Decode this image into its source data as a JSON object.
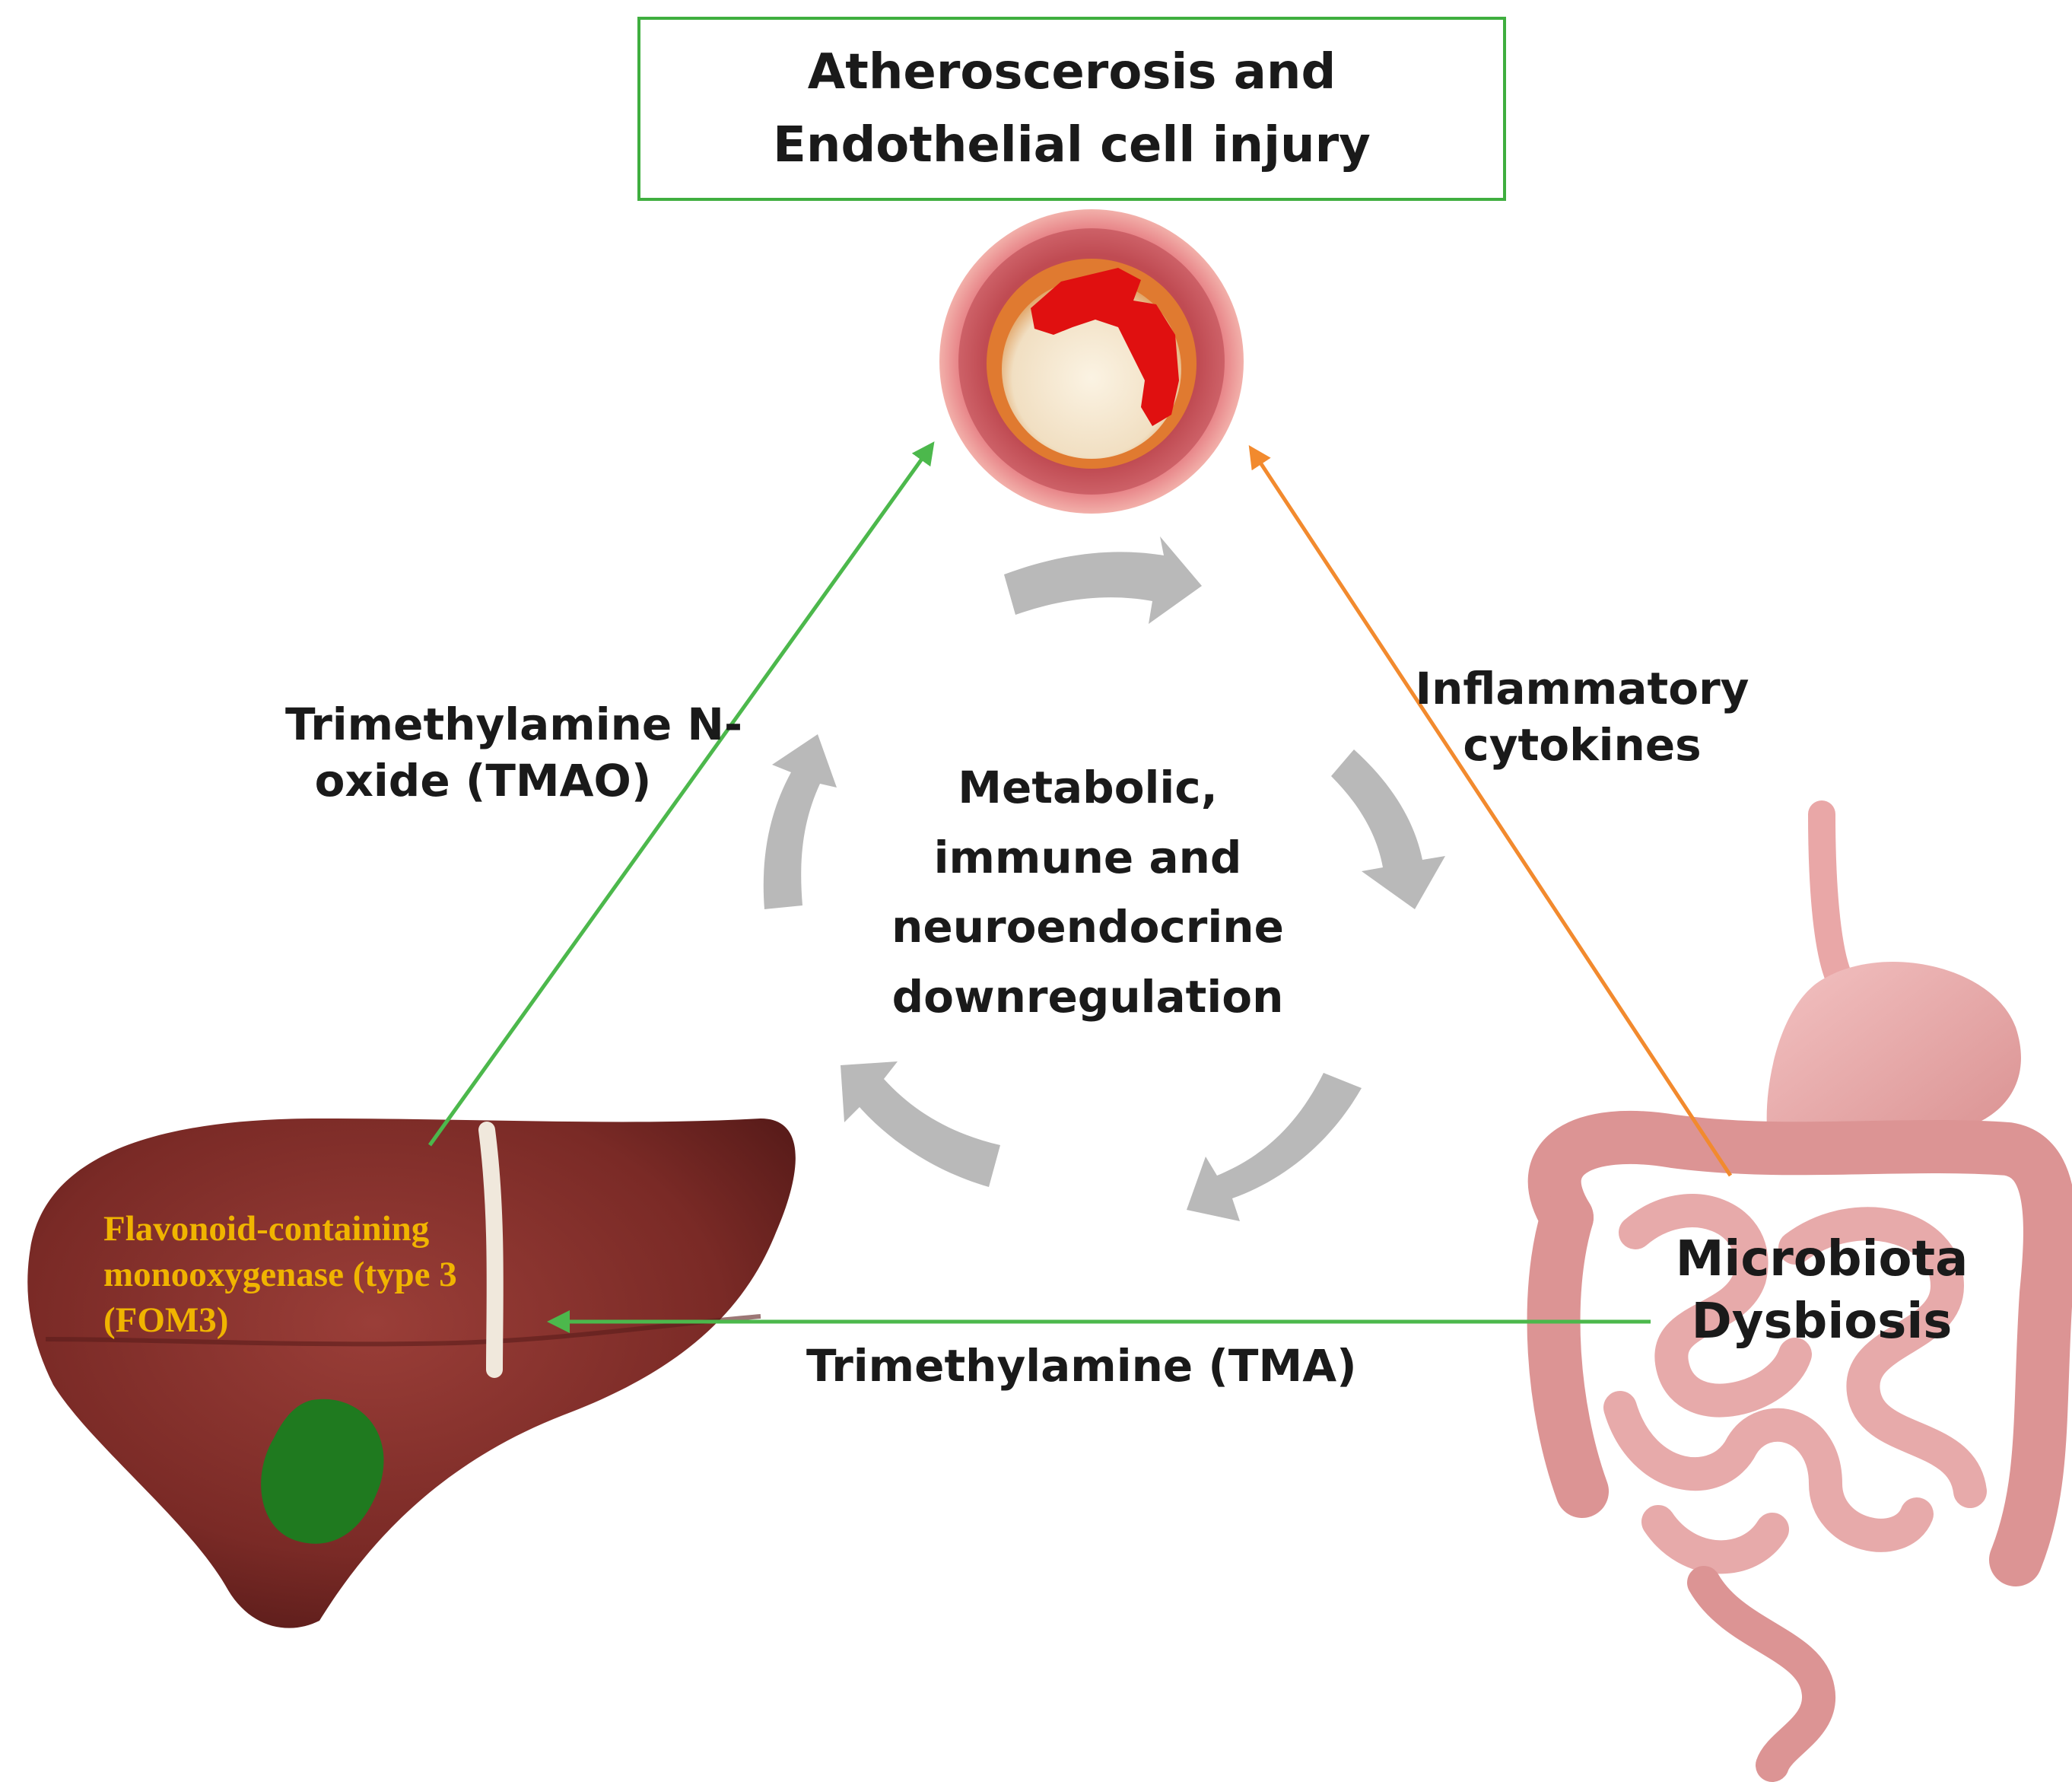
{
  "title": {
    "line1": "Atheroscerosis and",
    "line2": "Endothelial cell injury"
  },
  "center": {
    "lines": [
      "Metabolic,",
      "immune and",
      "neuroendocrine",
      "downregulation"
    ]
  },
  "edges": {
    "tmao": {
      "line1": "Trimethylamine N-",
      "line2": "oxide (TMAO)"
    },
    "inflammatory": {
      "line1": "Inflammatory",
      "line2": "cytokines"
    },
    "tma": {
      "label": "Trimethylamine (TMA)"
    }
  },
  "nodes": {
    "liver_enzyme": {
      "line1": "Flavonoid-containing",
      "line2": "monooxygenase (type 3",
      "line3": "(FOM3)"
    },
    "microbiota": {
      "line1": "Microbiota",
      "line2": "Dysbiosis"
    }
  },
  "colors": {
    "green_arrow": "#4cb84c",
    "orange_arrow": "#f28a2e",
    "cycle_arrows": "#b9b9b9",
    "enzyme_text": "#f0b400",
    "liver": "#7a2a26",
    "gallbladder": "#1f7a1f",
    "intestine": "#e2a3a3",
    "vessel_wall": "#e8a59c",
    "plaque": "#e01010"
  }
}
